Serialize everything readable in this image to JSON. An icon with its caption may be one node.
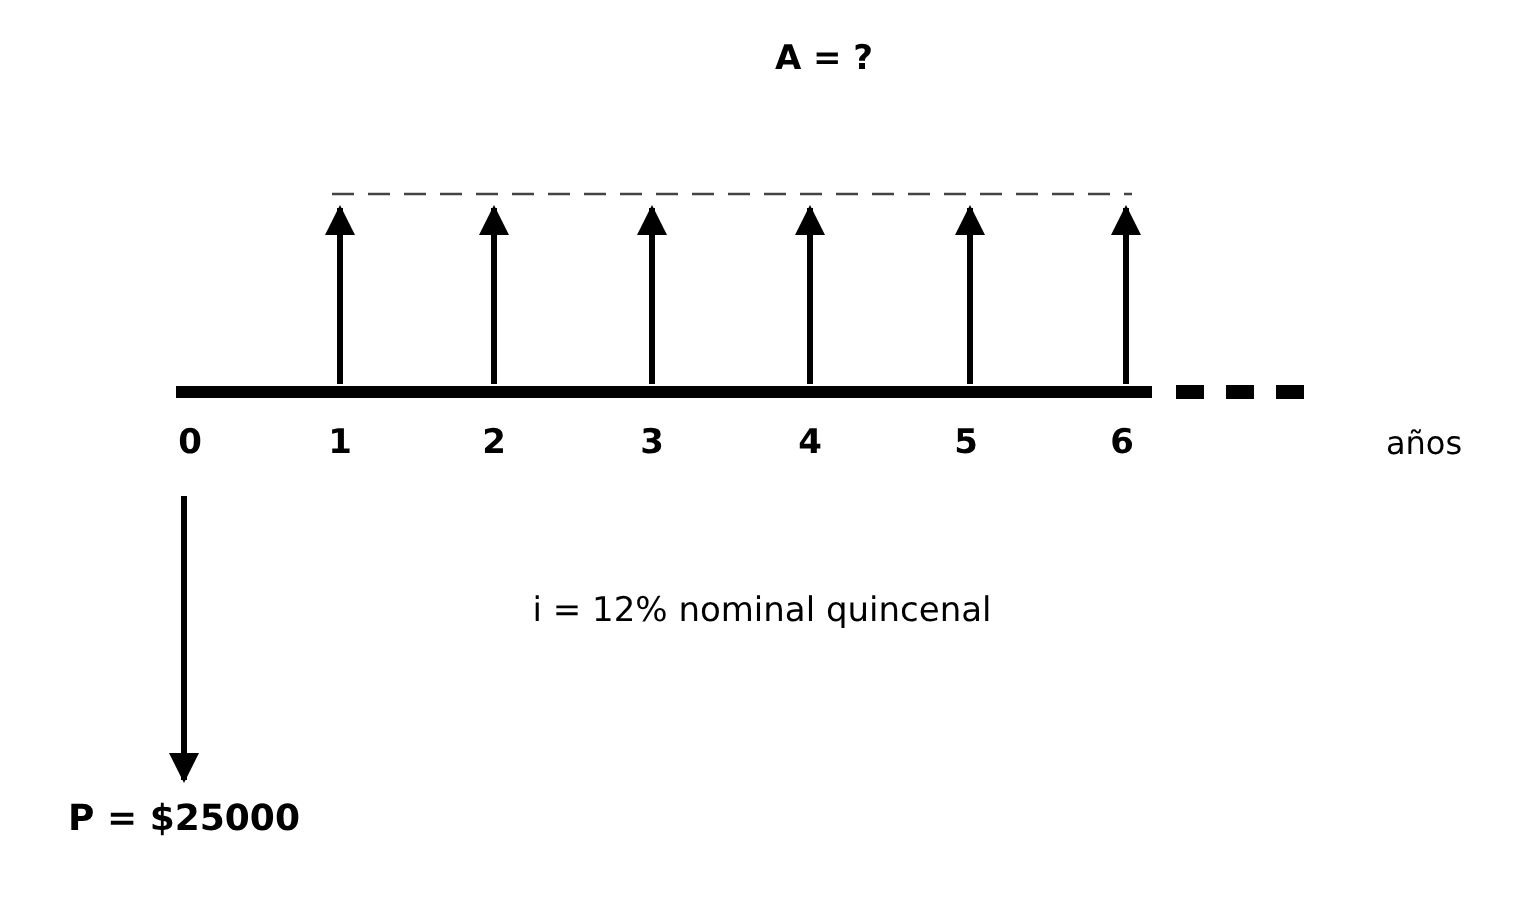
{
  "diagram": {
    "labels": [
      "A = ?",
      "0",
      "1",
      "2",
      "3",
      "4",
      "5",
      "6",
      "años",
      "i = 12% nominal quincenal",
      "P = $25000"
    ]
  }
}
